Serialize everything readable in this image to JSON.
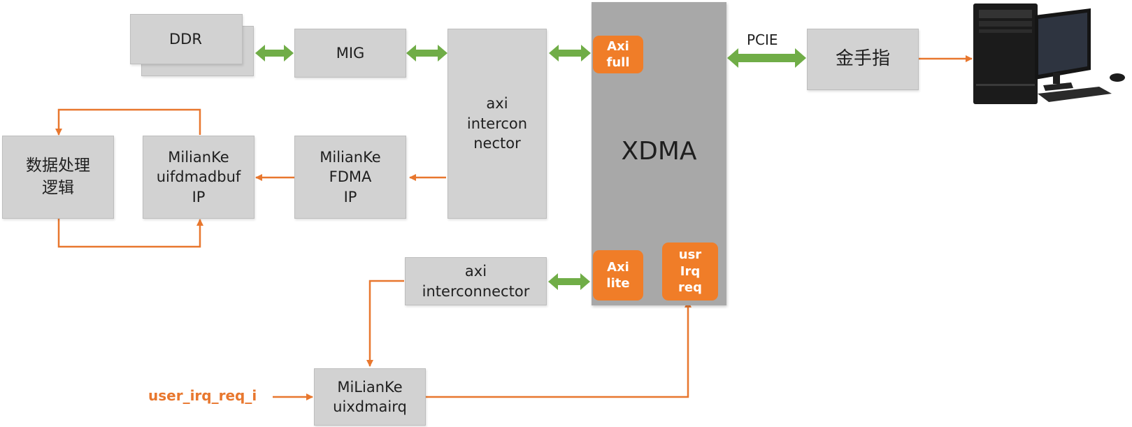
{
  "blocks": {
    "ddr": "DDR",
    "mig": "MIG",
    "axi_interconnector_top": "axi\nintercon\nnector",
    "fdma": "MilianKe\nFDMA\nIP",
    "uifdmadbuf": "MilianKe\nuifdmadbuf\nIP",
    "data_processing": "数据处理\n逻辑",
    "axi_interconnector_bottom": "axi\ninterconnector",
    "uixdmairq": "MiLianKe\nuixdmairq",
    "xdma": "XDMA",
    "gold_finger": "金手指"
  },
  "ports": {
    "axi_full": "Axi\nfull",
    "axi_lite": "Axi\nlite",
    "usr_irq_req": "usr\nIrq\nreq"
  },
  "labels": {
    "pcie": "PCIE",
    "user_irq_req_i": "user_irq_req_i"
  },
  "icons": {
    "computer": "desktop-computer-icon"
  },
  "colors": {
    "block_fill": "#d2d2d2",
    "xdma_fill": "#a8a8a8",
    "port_fill": "#f07d28",
    "bidirectional_arrow": "#70ad47",
    "signal_arrow": "#e8772e"
  }
}
